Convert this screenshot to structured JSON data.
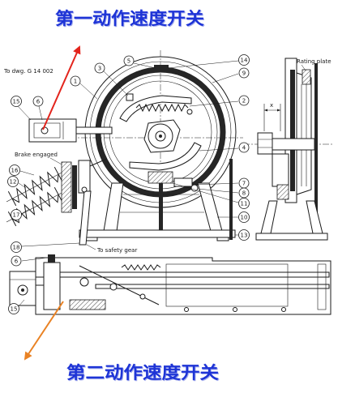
{
  "titles": {
    "first_action_switch": "第一动作速度开关",
    "second_action_switch": "第二动作速度开关"
  },
  "labels": {
    "drawing_ref": "To dwg. G 14 002",
    "rating_plate": "Rating plate",
    "brake_engaged": "Brake engaged",
    "to_safety_gear": "To safety gear",
    "dimension": "x"
  },
  "callouts": [
    "5",
    "14",
    "9",
    "3",
    "1",
    "2",
    "15",
    "6",
    "4",
    "16",
    "12",
    "7",
    "8",
    "11",
    "10",
    "13",
    "17",
    "18",
    "6",
    "15"
  ],
  "colors": {
    "title": "#1e34d6",
    "arrow_first": "#e3241c",
    "arrow_second": "#e98224"
  }
}
